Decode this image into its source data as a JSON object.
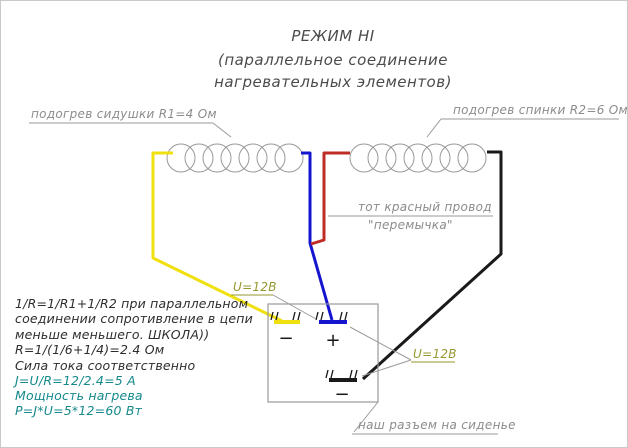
{
  "title": {
    "line1": "РЕЖИМ HI",
    "line2": "(параллельное  соединение",
    "line3": "нагревательных  элементов)"
  },
  "labels": {
    "left_coil": "подогрев сидушки R1=4 Ом",
    "right_coil": "подогрев спинки R2=6 Ом",
    "red_wire_1": "тот красный провод",
    "red_wire_2": "\"перемычка\"",
    "connector": "наш разъем на сиденье",
    "voltage_top": "U=12В",
    "voltage_right": "U=12В",
    "terminal_minus_top": "−",
    "terminal_plus": "+",
    "terminal_minus_bottom": "−"
  },
  "formulas": {
    "line1": "1/R=1/R1+1/R2 при параллельном",
    "line2": "соединении сопротивление в цепи",
    "line3": "меньше меньшего. ШКОЛА))",
    "line4": "R=1/(1/6+1/4)=2.4 Ом",
    "line5": "Сила тока соответственно",
    "line6": "J=U/R=12/2.4=5 А",
    "line7": "Мощность нагрева",
    "line8": "P=J*U=5*12=60 Вт"
  },
  "colors": {
    "wire_yellow": "#f0e010",
    "wire_blue": "#1515cf",
    "wire_red": "#bf2b25",
    "wire_black": "#1a1a1a",
    "label_gray": "#8c8c8c",
    "voltage_olive": "#96962e",
    "formula_teal": "#15898c",
    "formula_black": "#2e2e2e"
  }
}
